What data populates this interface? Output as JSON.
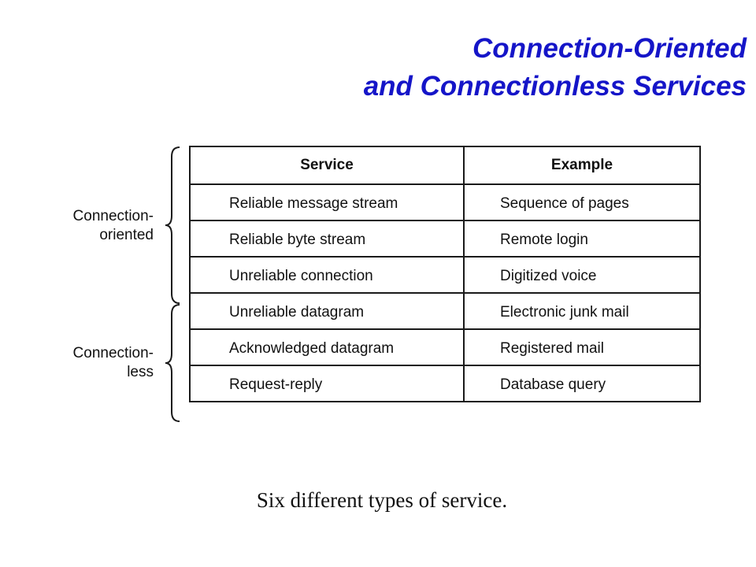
{
  "title": {
    "line1": "Connection-Oriented",
    "line2": "and Connectionless Services"
  },
  "colors": {
    "title": "#1515c8",
    "text": "#111111",
    "grid": "#1a1a1a"
  },
  "table": {
    "headers": {
      "service": "Service",
      "example": "Example"
    },
    "rows": [
      {
        "service": "Reliable message stream",
        "example": "Sequence of pages"
      },
      {
        "service": "Reliable byte stream",
        "example": "Remote login"
      },
      {
        "service": "Unreliable connection",
        "example": "Digitized voice"
      },
      {
        "service": "Unreliable datagram",
        "example": "Electronic junk mail"
      },
      {
        "service": "Acknowledged datagram",
        "example": "Registered mail"
      },
      {
        "service": "Request-reply",
        "example": "Database query"
      }
    ]
  },
  "groups": {
    "oriented": {
      "line1": "Connection-",
      "line2": "oriented"
    },
    "less": {
      "line1": "Connection-",
      "line2": "less"
    }
  },
  "caption": "Six different types of service."
}
